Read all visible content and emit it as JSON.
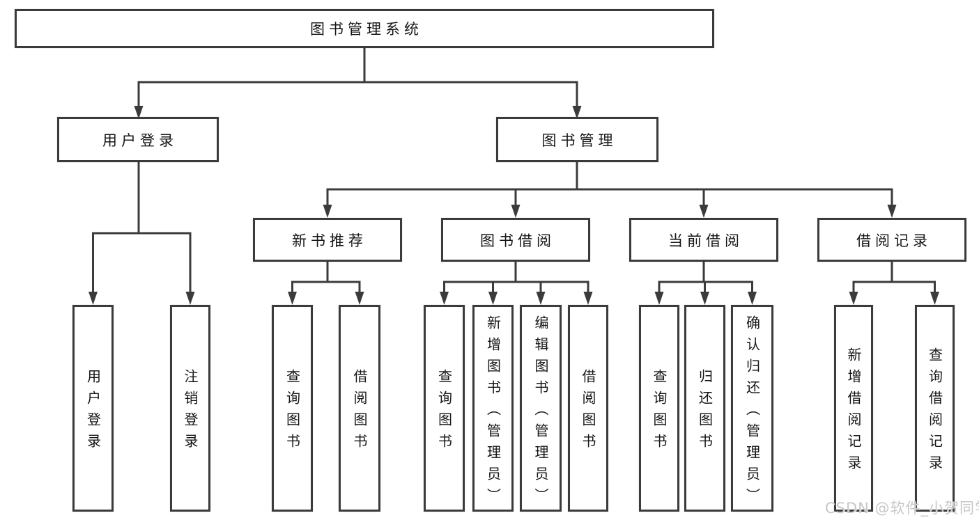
{
  "diagram_title": "图书管理系统",
  "tree": {
    "label": "图书管理系统",
    "children": [
      {
        "label": "用户登录",
        "children": [
          {
            "label": "用户登录"
          },
          {
            "label": "注销登录"
          }
        ]
      },
      {
        "label": "图书管理",
        "children": [
          {
            "label": "新书推荐",
            "children": [
              {
                "label": "查询图书"
              },
              {
                "label": "借阅图书"
              }
            ]
          },
          {
            "label": "图书借阅",
            "children": [
              {
                "label": "查询图书"
              },
              {
                "label": "新增图书（管理员）"
              },
              {
                "label": "编辑图书（管理员）"
              },
              {
                "label": "借阅图书"
              }
            ]
          },
          {
            "label": "当前借阅",
            "children": [
              {
                "label": "查询图书"
              },
              {
                "label": "归还图书"
              },
              {
                "label": "确认归还（管理员）"
              }
            ]
          },
          {
            "label": "借阅记录",
            "children": [
              {
                "label": "新增借阅记录"
              },
              {
                "label": "查询借阅记录"
              }
            ]
          }
        ]
      }
    ]
  },
  "watermark": {
    "text": "CSDN @软件_小贺同学"
  },
  "colors": {
    "line": "#3b3b3b",
    "box_border": "#3b3b3b",
    "box_fill": "#ffffff",
    "text": "#161616",
    "watermark": "#c7c7c7",
    "background": "#ffffff"
  }
}
